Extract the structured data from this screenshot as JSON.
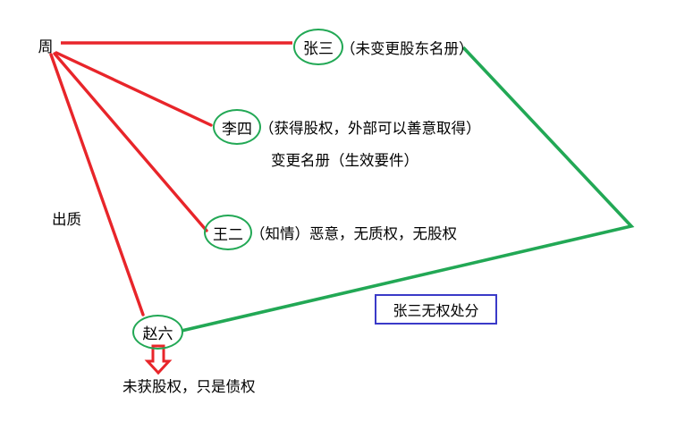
{
  "diagram": {
    "title_colors": {
      "red": "#E8252A",
      "green": "#22A855",
      "blue_box_border": "#3A3AC8",
      "text": "#000000",
      "background": "#FFFFFF"
    },
    "nodes": [
      {
        "id": "zhou",
        "label": "周",
        "shape": "plain-text"
      },
      {
        "id": "zhangsan",
        "label": "张三",
        "shape": "ellipse"
      },
      {
        "id": "lisi",
        "label": "李四",
        "shape": "ellipse"
      },
      {
        "id": "wanger",
        "label": "王二",
        "shape": "ellipse"
      },
      {
        "id": "zhaoliu",
        "label": "赵六",
        "shape": "ellipse"
      }
    ],
    "annotations": {
      "zhangsan_note": "（未变更股东名册）",
      "lisi_note": "（获得股权，外部可以善意取得）",
      "register_note": "变更名册（生效要件）",
      "wanger_note": "（知情）恶意，无质权，无股权",
      "pledge_label": "出质",
      "bottom_note": "未获股权，只是债权"
    },
    "note_box": {
      "text": "张三无权处分"
    },
    "edges": [
      {
        "id": "zhou-zhangsan",
        "from": "zhou",
        "to": "zhangsan",
        "color": "red",
        "style": "line"
      },
      {
        "id": "zhou-lisi",
        "from": "zhou",
        "to": "lisi",
        "color": "red",
        "style": "line"
      },
      {
        "id": "zhou-wanger",
        "from": "zhou",
        "to": "wanger",
        "color": "red",
        "style": "line"
      },
      {
        "id": "zhou-zhaoliu",
        "from": "zhou",
        "to": "zhaoliu",
        "color": "red",
        "style": "line",
        "label": "出质"
      },
      {
        "id": "zhangsan-zhaoliu",
        "from": "zhangsan",
        "to": "zhaoliu",
        "color": "green",
        "style": "polyline-bent"
      },
      {
        "id": "zhaoliu-bottom",
        "from": "zhaoliu",
        "to": "bottom_note",
        "color": "red",
        "style": "block-arrow-down"
      }
    ]
  }
}
